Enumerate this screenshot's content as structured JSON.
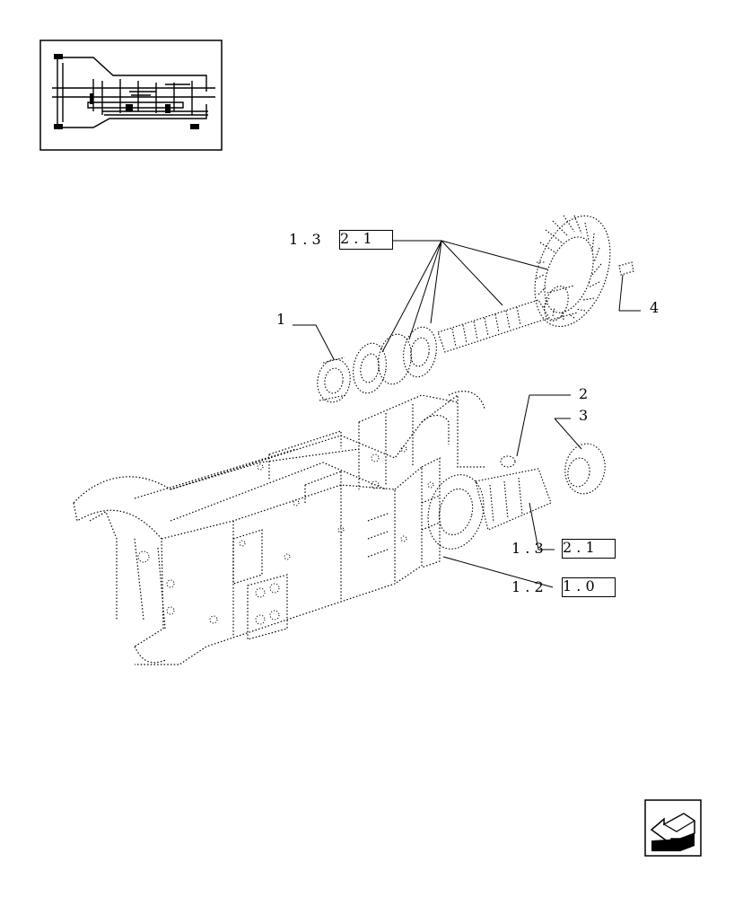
{
  "callouts": {
    "item1": "1",
    "item2": "2",
    "item3": "3",
    "item4": "4"
  },
  "references": {
    "ref_top_prefix": "1 . 3",
    "ref_top_boxed": "2 . 1",
    "ref_mid_prefix": "1 . 3",
    "ref_mid_boxed": "2 . 1",
    "ref_bot_prefix": "1 . 2",
    "ref_bot_boxed": "1 . 0"
  },
  "icons": {
    "thumbnail": "transmission-section-thumbnail",
    "nav": "back-arrow-icon"
  },
  "colors": {
    "line": "#000000",
    "background": "#ffffff"
  }
}
